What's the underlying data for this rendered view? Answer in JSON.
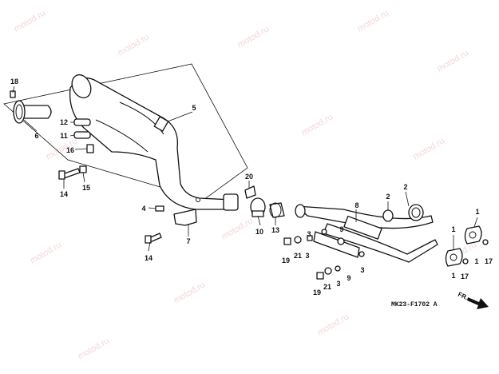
{
  "watermark": "motod.ru",
  "diagram_code": "MK23-F1702 A",
  "direction_label": "FR.",
  "callouts": [
    "1",
    "1",
    "1",
    "1",
    "2",
    "2",
    "3",
    "3",
    "3",
    "3",
    "4",
    "5",
    "6",
    "7",
    "8",
    "9",
    "9",
    "10",
    "11",
    "12",
    "13",
    "14",
    "14",
    "15",
    "16",
    "17",
    "17",
    "18",
    "19",
    "19",
    "20",
    "21",
    "21"
  ]
}
